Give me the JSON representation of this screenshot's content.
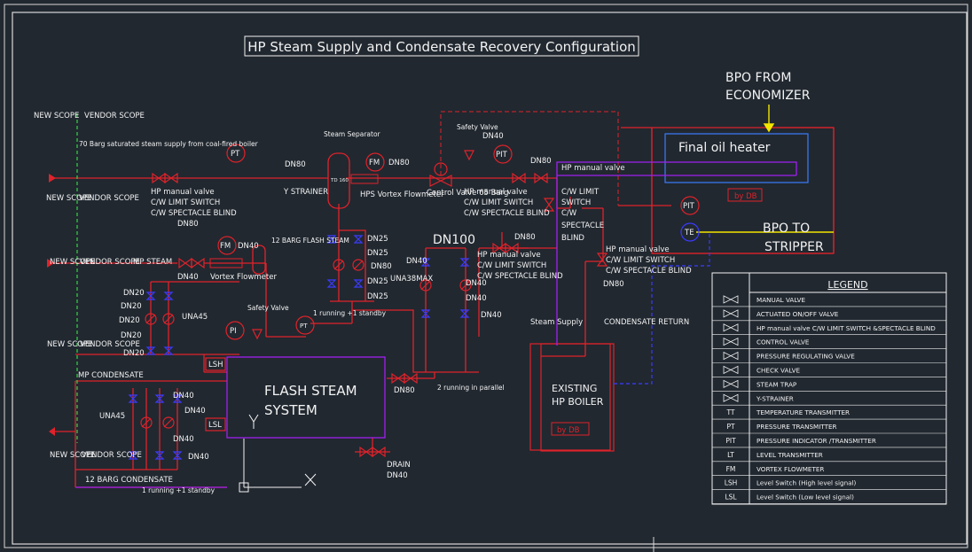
{
  "title": "HP Steam Supply and Condensate Recovery Configuration",
  "colors": {
    "background": "#212830",
    "frame": "#d9d9d9",
    "steam": "#e0222a",
    "condensate_return": "#3b3bff",
    "vendor_line": "#2ecc40",
    "oil": "#a020f0",
    "bpo_to_stripper": "#f2e600",
    "text": "#f2f2f2",
    "equipment": "#c0206a"
  },
  "scope": {
    "new": "NEW SCOPE",
    "vendor": "VENDOR SCOPE",
    "supply_note": "70 Barg saturated steam supply from coal-fired boiler",
    "mp_steam": "MP STEAM",
    "mp_condensate": "MP CONDENSATE",
    "barg12_condensate": "12 BARG CONDENSATE"
  },
  "hp_line": {
    "valve1": "HP manual valve",
    "valve1_l2": "C/W LIMIT SWITCH",
    "valve1_l3": "C/W SPECTACLE BLIND",
    "valve1_dn": "DN80",
    "pt": "PT",
    "strainer_dn": "DN80",
    "strainer": "Y STRAINER",
    "separator": "Steam Separator",
    "separator_tag": "TD 160",
    "fm": "FM",
    "fm_dn": "DN80",
    "flowmeter": "HPS Vortex Flowmeter",
    "safety_valve": "Safety Valve",
    "safety_dn": "DN40",
    "pit": "PIT",
    "control_valve": "Control Valve 65 Barg",
    "valve2": "HP manual valve",
    "valve2_l2": "C/W LIMIT SWITCH",
    "valve2_l3": "C/W SPECTACLE BLIND",
    "valve2_dn": "DN80",
    "valve3": "HP manual valve",
    "valve3_l2": "C/W LIMIT",
    "valve3_l3": "SWITCH",
    "valve3_l4": "C/W",
    "valve3_l5": "SPECTACLE",
    "valve3_l6": "BLIND"
  },
  "heater": {
    "bpo_from": "BPO FROM",
    "economizer": "ECONOMIZER",
    "name": "Final oil heater",
    "by_db": "by DB",
    "pit": "PIT",
    "te": "TE",
    "bpo_to": "BPO TO",
    "stripper": "STRIPPER"
  },
  "trap_station": {
    "dn25_a": "DN25",
    "dn25_b": "DN25",
    "dn80": "DN80",
    "dn25_c": "DN25",
    "dn25_d": "DN25",
    "note": "1 running +1 standby",
    "pt": "PT"
  },
  "dn100": {
    "label": "DN100",
    "dn40_a": "DN40",
    "una": "UNA38MAX",
    "dn40_b": "DN40",
    "dn40_c": "DN40",
    "dn40_d": "DN40",
    "valve_dn": "DN80",
    "valve": "HP manual valve",
    "valve_l2": "C/W LIMIT SWITCH",
    "valve_l3": "C/W SPECTACLE BLIND",
    "note": "2 running in parallel",
    "dn80_b": "DN80"
  },
  "return_valve": {
    "label": "HP manual valve",
    "l2": "C/W LIMIT SWITCH",
    "l3": "C/W SPECTACLE BLIND",
    "dn": "DN80"
  },
  "mp_section": {
    "fm": "FM",
    "fm_dn": "DN40",
    "flash_note": "12 BARG FLASH STEAM",
    "dn40": "DN40",
    "flowmeter": "Vortex Flowmeter",
    "dn20_a": "DN20",
    "dn20_b": "DN20",
    "dn20_c": "DN20",
    "dn20_d": "DN20",
    "dn20_e": "DN20",
    "una45": "UNA45",
    "safety": "Safety Valve",
    "pi": "PI",
    "lsh": "LSH",
    "lsl": "LSL"
  },
  "flash": {
    "name": "FLASH STEAM",
    "name2": "SYSTEM",
    "dn80": "DN80",
    "drain": "DRAIN",
    "drain_dn": "DN40"
  },
  "cond_section": {
    "una45": "UNA45",
    "dn40_a": "DN40",
    "dn40_b": "DN40",
    "dn40_c": "DN40",
    "dn40_d": "DN40",
    "note": "1 running +1 standby"
  },
  "boiler": {
    "steam_supply": "Steam Supply",
    "condensate_return": "CONDENSATE RETURN",
    "name": "EXISTING",
    "name2": "HP BOILER",
    "by_db": "by DB"
  },
  "legend": {
    "title": "LEGEND",
    "rows": [
      {
        "sym": "manual-valve-icon",
        "text": "MANUAL VALVE"
      },
      {
        "sym": "actuated-valve-icon",
        "text": "ACTUATED ON/OFF VALVE"
      },
      {
        "sym": "limit-valve-icon",
        "text": "HP manual valve C/W LIMIT SWITCH &SPECTACLE BLIND"
      },
      {
        "sym": "control-valve-icon",
        "text": "CONTROL VALVE"
      },
      {
        "sym": "prv-icon",
        "text": "PRESSURE REGULATING VALVE"
      },
      {
        "sym": "check-valve-icon",
        "text": "CHECK VALVE"
      },
      {
        "sym": "steam-trap-icon",
        "text": "STEAM TRAP"
      },
      {
        "sym": "y-strainer-icon",
        "text": "Y-STRAINER"
      },
      {
        "sym": "TT",
        "text": "TEMPERATURE TRANSMITTER"
      },
      {
        "sym": "PT",
        "text": "PRESSURE TRANSMITTER"
      },
      {
        "sym": "PIT",
        "text": "PRESSURE INDICATOR /TRANSMITTER"
      },
      {
        "sym": "LT",
        "text": "LEVEL TRANSMITTER"
      },
      {
        "sym": "FM",
        "text": "VORTEX FLOWMETER"
      },
      {
        "sym": "LSH",
        "text": "Level Switch (High level signal)"
      },
      {
        "sym": "LSL",
        "text": "Level Switch (Low level signal)"
      }
    ]
  }
}
